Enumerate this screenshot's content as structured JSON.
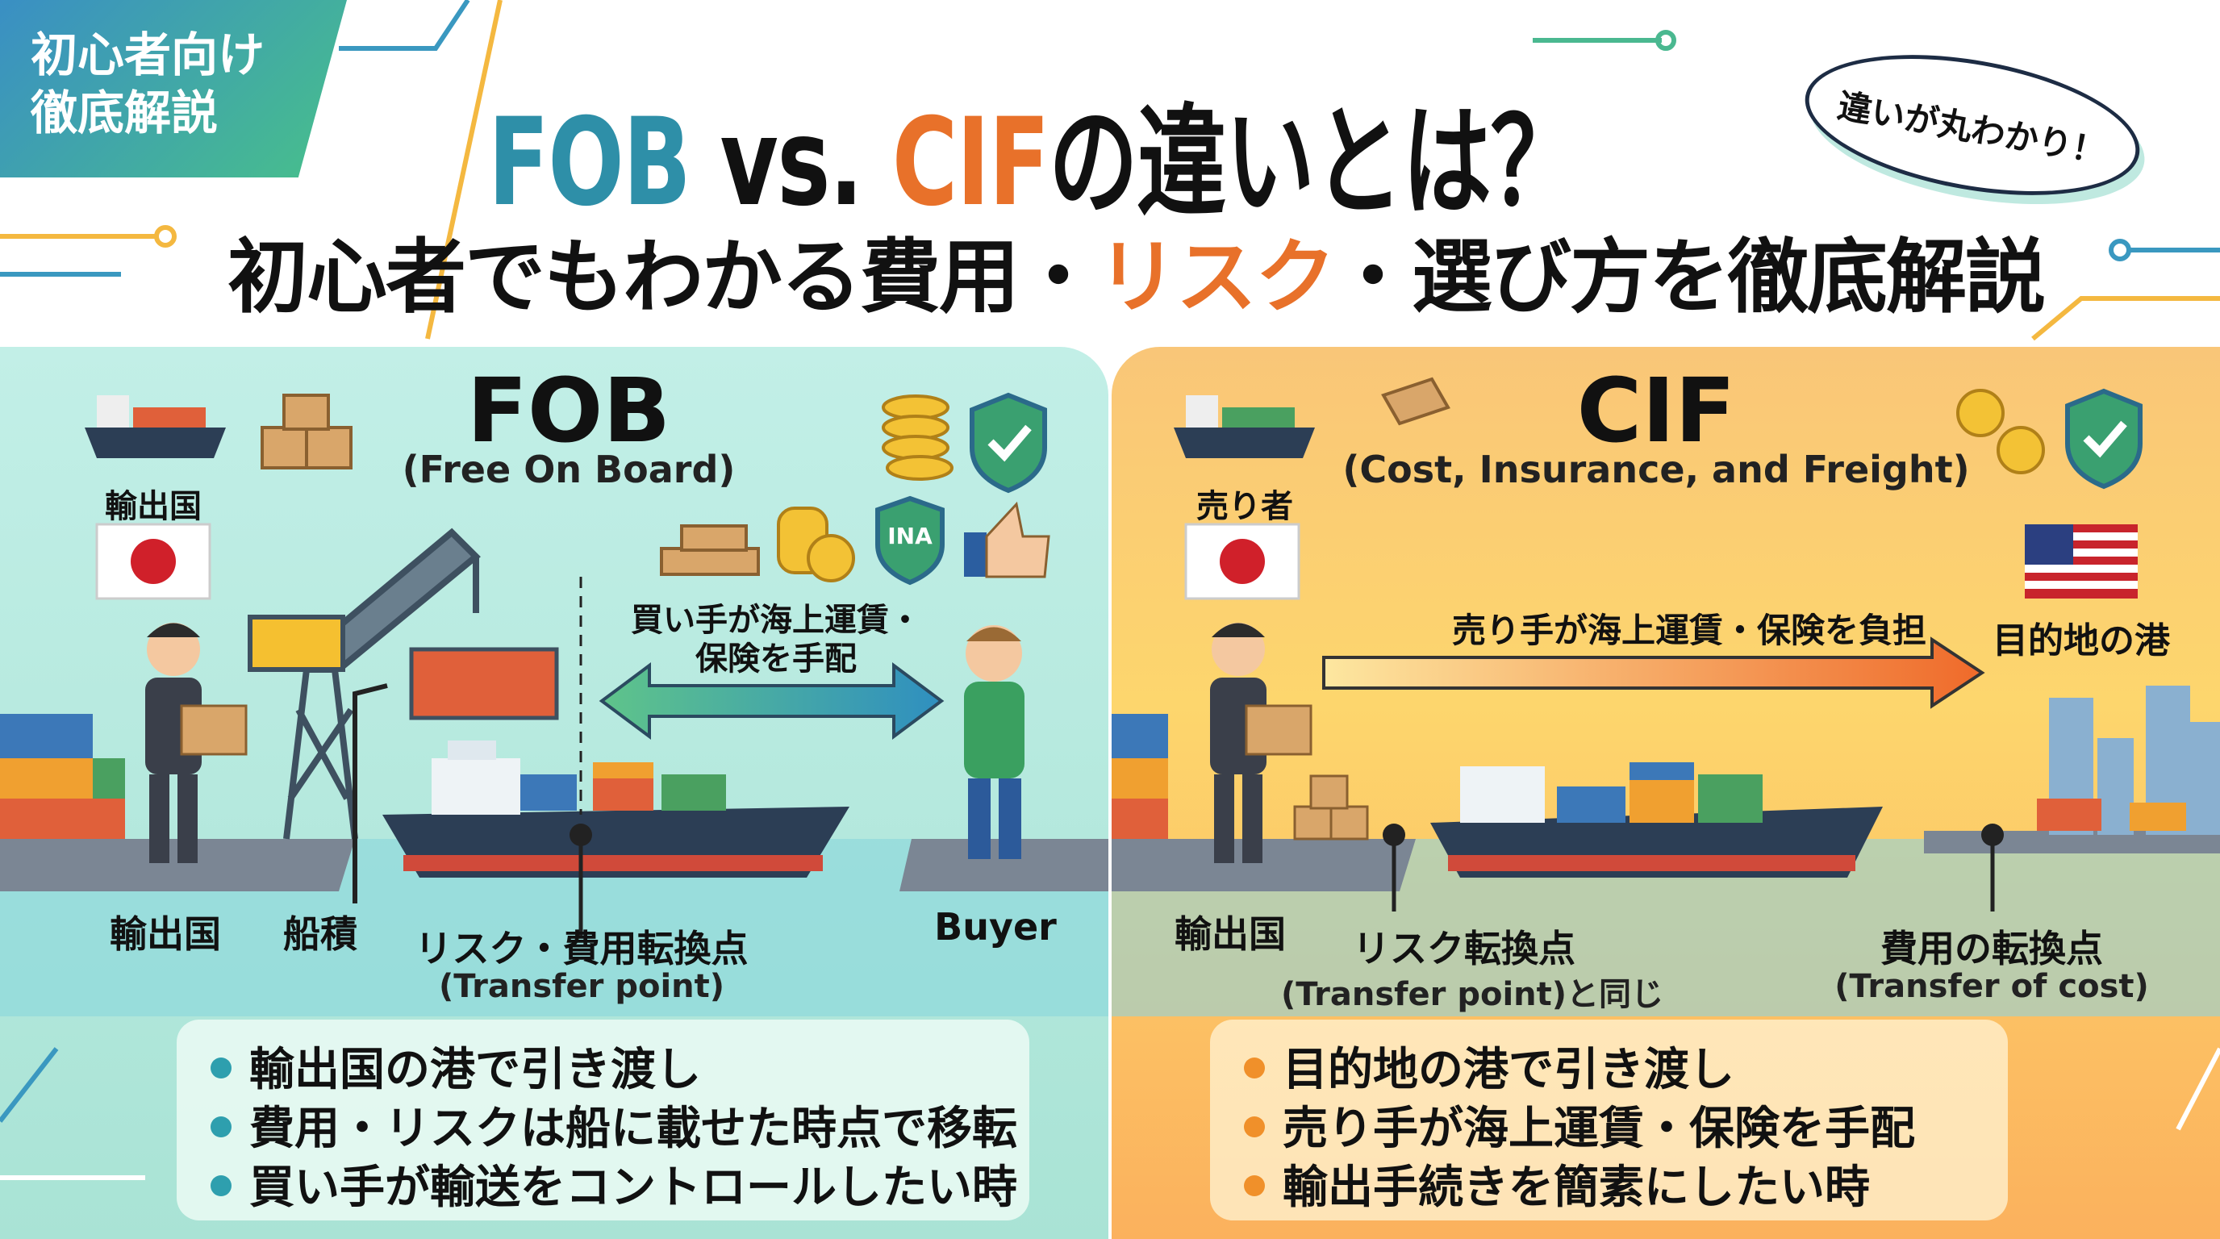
{
  "badge": {
    "line1": "初心者向け",
    "line2": "徹底解説"
  },
  "title": {
    "fob": "FOB",
    "vs": " vs. ",
    "cif": "CIF",
    "rest": "の違いとは？"
  },
  "subtitle": {
    "part1": "初心者でもわかる費用・",
    "highlight": "リスク",
    "part2": "・選び方を徹底解説"
  },
  "bubble": "違いが丸わかり！",
  "colors": {
    "fob": "#2e8fa8",
    "cif": "#e8712a",
    "fob_panel": "#b6e8dd",
    "cif_panel": "#fbcf6c"
  },
  "fob": {
    "heading": "FOB",
    "subheading": "(Free On Board)",
    "origin_label": "輸出国",
    "arrange_note_1": "買い手が海上運賃・",
    "arrange_note_2": "保険を手配",
    "shield_text": "INA",
    "labels": {
      "origin": "輸出国",
      "loading": "船積",
      "transfer": "リスク・費用転換点",
      "transfer_en": "(Transfer point)",
      "buyer": "Buyer"
    },
    "bullets": [
      "輸出国の港で引き渡し",
      "費用・リスクは船に載せた時点で移転",
      "買い手が輸送をコントロールしたい時"
    ]
  },
  "cif": {
    "heading": "CIF",
    "subheading": "(Cost, Insurance, and Freight)",
    "seller_label": "売り者",
    "arrow_note": "売り手が海上運賃・保険を負担",
    "destination": "目的地の港",
    "labels": {
      "origin": "輸出国",
      "risk": "リスク転換点",
      "risk_en": "(Transfer point)と同じ",
      "cost": "費用の転換点",
      "cost_en": "(Transfer of cost)"
    },
    "bullets": [
      "目的地の港で引き渡し",
      "売り手が海上運賃・保険を手配",
      "輸出手続きを簡素にしたい時"
    ]
  }
}
